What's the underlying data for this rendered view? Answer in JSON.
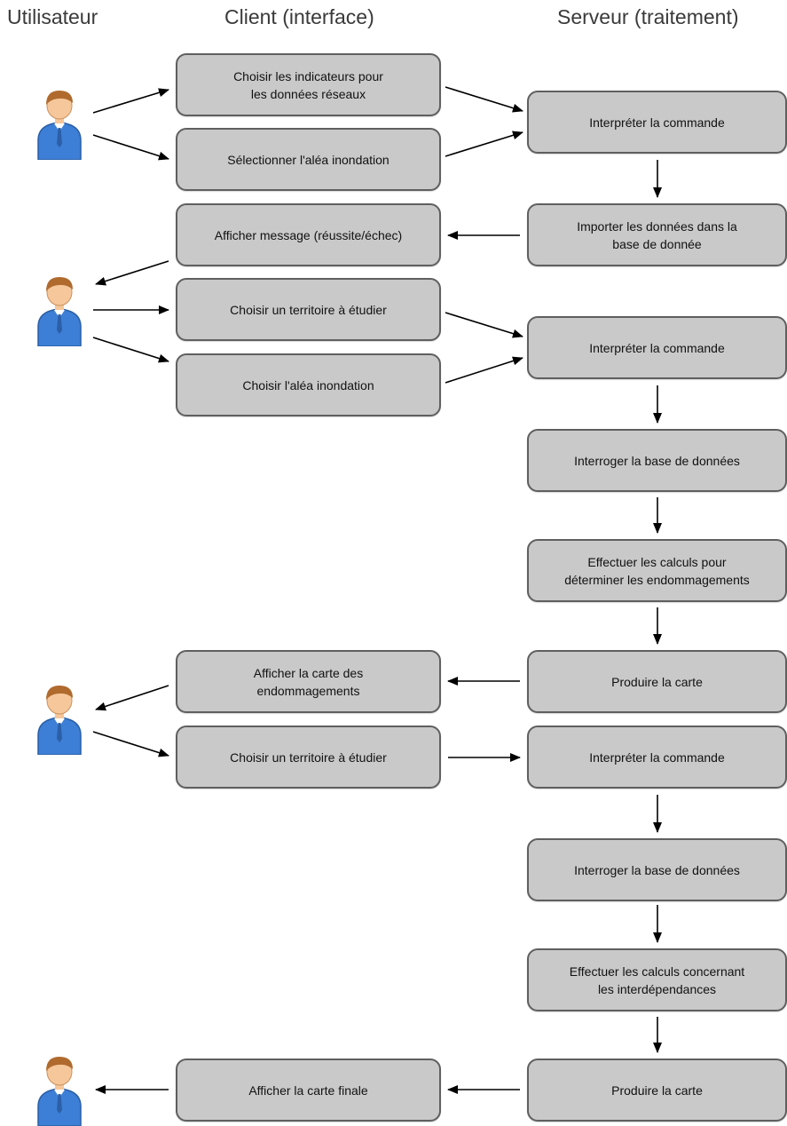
{
  "headers": {
    "user": "Utilisateur",
    "client": "Client (interface)",
    "server": "Serveur (traitement)"
  },
  "client_boxes": [
    "Choisir les indicateurs pour\nles données réseaux",
    "Sélectionner l'aléa inondation",
    "Afficher message (réussite/échec)",
    "Choisir un territoire à étudier",
    "Choisir l'aléa inondation",
    "Afficher la carte des\nendommagements",
    "Choisir un territoire à étudier",
    "Afficher la carte finale"
  ],
  "server_boxes": [
    "Interpréter la commande",
    "Importer les données dans la\nbase de donnée",
    "Interpréter la commande",
    "Interroger la base de données",
    "Effectuer les calculs pour\ndéterminer les endommagements",
    "Produire la carte",
    "Interpréter la commande",
    "Interroger la base de données",
    "Effectuer les calculs concernant\nles interdépendances",
    "Produire la carte"
  ],
  "colors": {
    "box_fill": "#c9c9c9",
    "box_border": "#5f5f5f",
    "arrow": "#000000",
    "user_shirt": "#3d7fd6",
    "user_skin": "#f6c79a",
    "user_hair": "#b06a2e",
    "tie": "#2c5fa8"
  },
  "icons": [
    "user-icon"
  ]
}
